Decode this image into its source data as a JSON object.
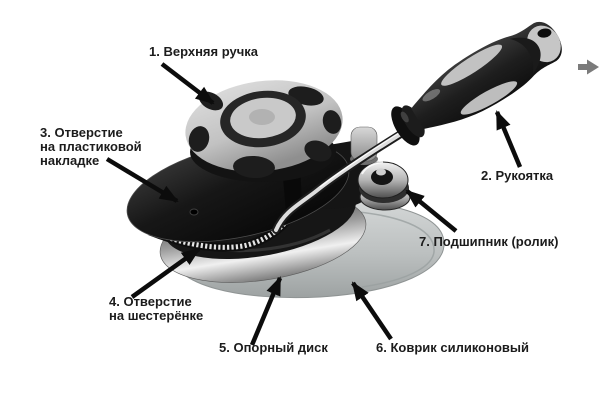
{
  "diagram": {
    "subject": "labeled-parts-photo-of-jar-opener",
    "labels": {
      "top_handle": "1. Верхняя ручка",
      "handle": "2. Рукоятка",
      "plastic_cover_hole": "3. Отверстие\nна пластиковой\nнакладке",
      "gear_hole": "4. Отверстие\nна шестерёнке",
      "support_disk": "5. Опорный диск",
      "silicone_mat": "6. Коврик силиконовый",
      "bearing": "7. Подшипник (ролик)"
    },
    "icons": {
      "side_arrow": "right-arrow-icon"
    },
    "colors": {
      "background": "#ffffff",
      "label_text": "#1c1c1c",
      "callout_arrow": "#0c0c0c",
      "side_arrow": "#7b7b7b"
    }
  }
}
